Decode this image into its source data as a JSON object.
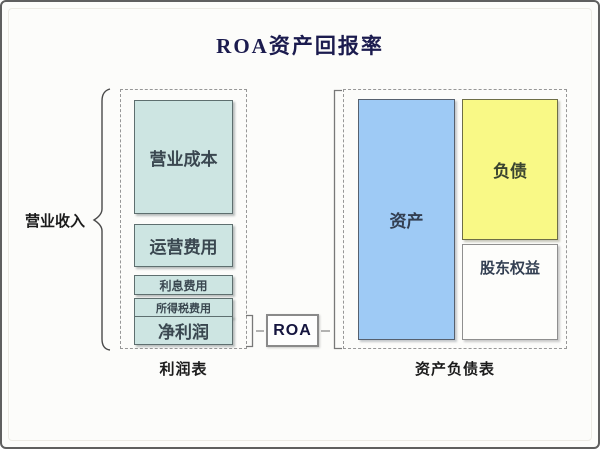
{
  "title": "ROA资产回报率",
  "roa": {
    "label": "ROA"
  },
  "income_statement": {
    "caption": "利润表",
    "revenue_label": "营业收入",
    "items": [
      {
        "label": "营业成本",
        "color": "#cde5e2"
      },
      {
        "label": "运营费用",
        "color": "#cde5e2"
      },
      {
        "label": "利息费用",
        "color": "#cde5e2"
      },
      {
        "label": "所得税费用",
        "color": "#cde5e2"
      },
      {
        "label": "净利润",
        "color": "#cde5e2"
      }
    ]
  },
  "balance_sheet": {
    "caption": "资产负债表",
    "assets_label": "资产",
    "liabilities_label": "负债",
    "equity_label": "股东权益"
  },
  "colors": {
    "income_box": "#cde5e2",
    "assets_box": "#9ecaf5",
    "liabilities_box": "#f9f986",
    "equity_box": "#fdfdfb",
    "title_text": "#1b1b4e",
    "frame_border": "#5f5f5f",
    "dashed_border": "#979797"
  }
}
